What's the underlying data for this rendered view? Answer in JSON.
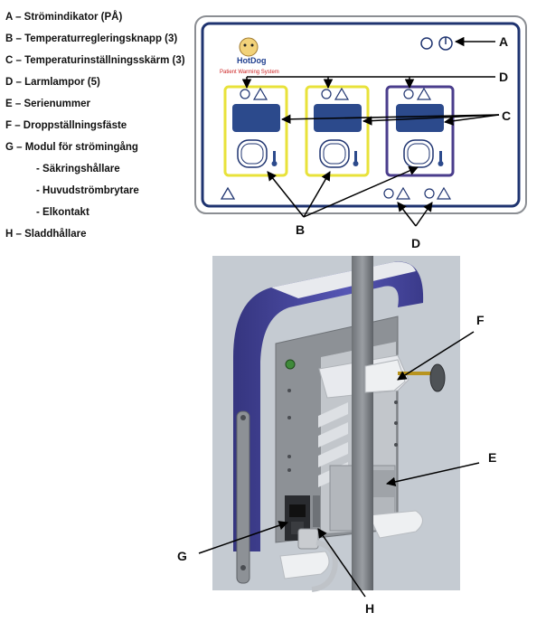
{
  "legend": {
    "a": "A – Strömindikator (PÅ)",
    "b": "B – Temperaturregleringsknapp (3)",
    "c": "C – Temperaturinställningsskärm (3)",
    "d": "D – Larmlampor (5)",
    "e": "E – Serienummer",
    "f": "F – Droppställningsfäste",
    "g": "G – Modul för strömingång",
    "g1": "- Säkringshållare",
    "g2": "- Huvudströmbrytare",
    "g3": "- Elkontakt",
    "h": "H – Sladdhållare"
  },
  "panel": {
    "logo_text": "HotDog",
    "logo_subtitle": "Patient Warming System"
  },
  "callouts": {
    "a": "A",
    "b": "B",
    "c": "C",
    "d_top": "D",
    "d_bottom": "D",
    "e": "E",
    "f": "F",
    "g": "G",
    "h": "H"
  },
  "colors": {
    "panel_border": "#1f3470",
    "zone_yellow": "#e8e23a",
    "zone_purple": "#4a3d8c",
    "screen": "#2c4a8c",
    "device_purple": "#4a4aa6",
    "device_body": "#8d9196",
    "background_photo": "#c5cbd2"
  }
}
